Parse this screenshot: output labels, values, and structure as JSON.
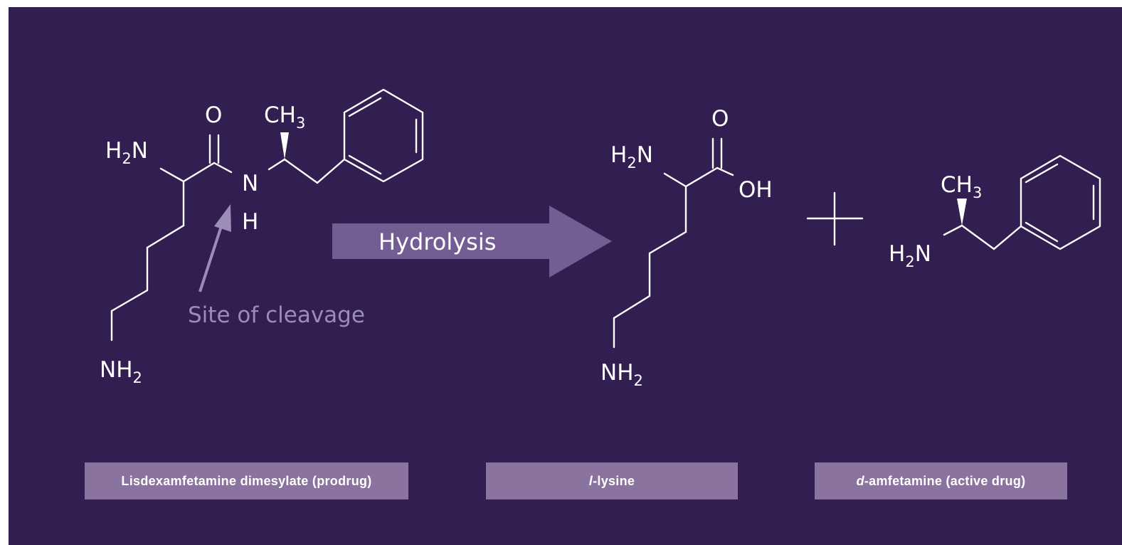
{
  "colors": {
    "background": "#321e50",
    "bond": "#ffffff",
    "arrow": "#735d93",
    "annotation": "#9c8cb8",
    "label_box": "#8b739f"
  },
  "reaction": {
    "arrow_label": "Hydrolysis",
    "annotation": "Site of cleavage"
  },
  "atoms": {
    "O": "O",
    "N": "N",
    "H": "H",
    "C": "C",
    "NH": "NH",
    "OH": "OH",
    "sub2": "2",
    "sub3": "3"
  },
  "labels": {
    "prodrug": "Lisdexamfetamine dimesylate (prodrug)",
    "lysine_prefix": "l",
    "lysine_rest": "-lysine",
    "amfetamine_prefix": "d",
    "amfetamine_rest": "-amfetamine (active drug)"
  }
}
